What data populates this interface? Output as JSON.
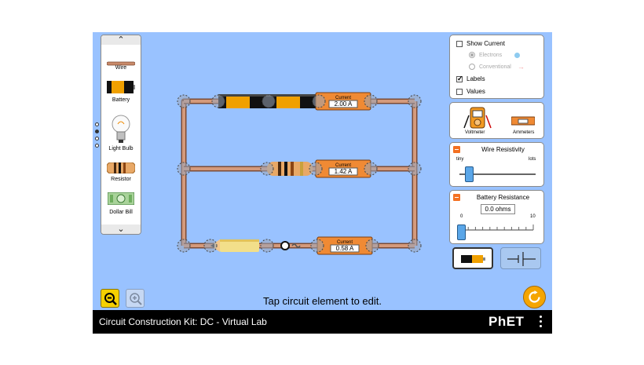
{
  "app": {
    "title": "Circuit Construction Kit: DC - Virtual Lab",
    "hint": "Tap circuit element to edit.",
    "logo": "PhET"
  },
  "toolbox": {
    "items": [
      {
        "label": "Wire",
        "icon": "wire-icon"
      },
      {
        "label": "Battery",
        "icon": "battery-icon"
      },
      {
        "label": "Light Bulb",
        "icon": "light-bulb-icon"
      },
      {
        "label": "Resistor",
        "icon": "resistor-icon"
      },
      {
        "label": "Dollar Bill",
        "icon": "dollar-bill-icon"
      }
    ],
    "up_arrow": "⌃",
    "down_arrow": "⌄"
  },
  "options": {
    "show_current": {
      "label": "Show Current",
      "checked": false
    },
    "electrons": {
      "label": "Electrons",
      "selected": true
    },
    "conventional": {
      "label": "Conventional",
      "selected": false
    },
    "labels": {
      "label": "Labels",
      "checked": true
    },
    "values": {
      "label": "Values",
      "checked": false
    }
  },
  "meters": {
    "voltmeter": "Voltmeter",
    "ammeters": "Ammeters"
  },
  "wire_resistivity": {
    "title": "Wire Resistivity",
    "min_label": "tiny",
    "max_label": "lots",
    "level": 0.12
  },
  "battery_resistance": {
    "title": "Battery Resistance",
    "readout": "0.0 ohms",
    "min_label": "0",
    "max_label": "10",
    "value": 0
  },
  "ammeters": [
    {
      "label": "Current",
      "value": "2.00 A"
    },
    {
      "label": "Current",
      "value": "1.42 A"
    },
    {
      "label": "Current",
      "value": "0.58 A"
    }
  ],
  "colors": {
    "background": "#99c2ff",
    "wire": "#c98a6a",
    "accent": "#f37021",
    "titlebar": "#000000"
  }
}
